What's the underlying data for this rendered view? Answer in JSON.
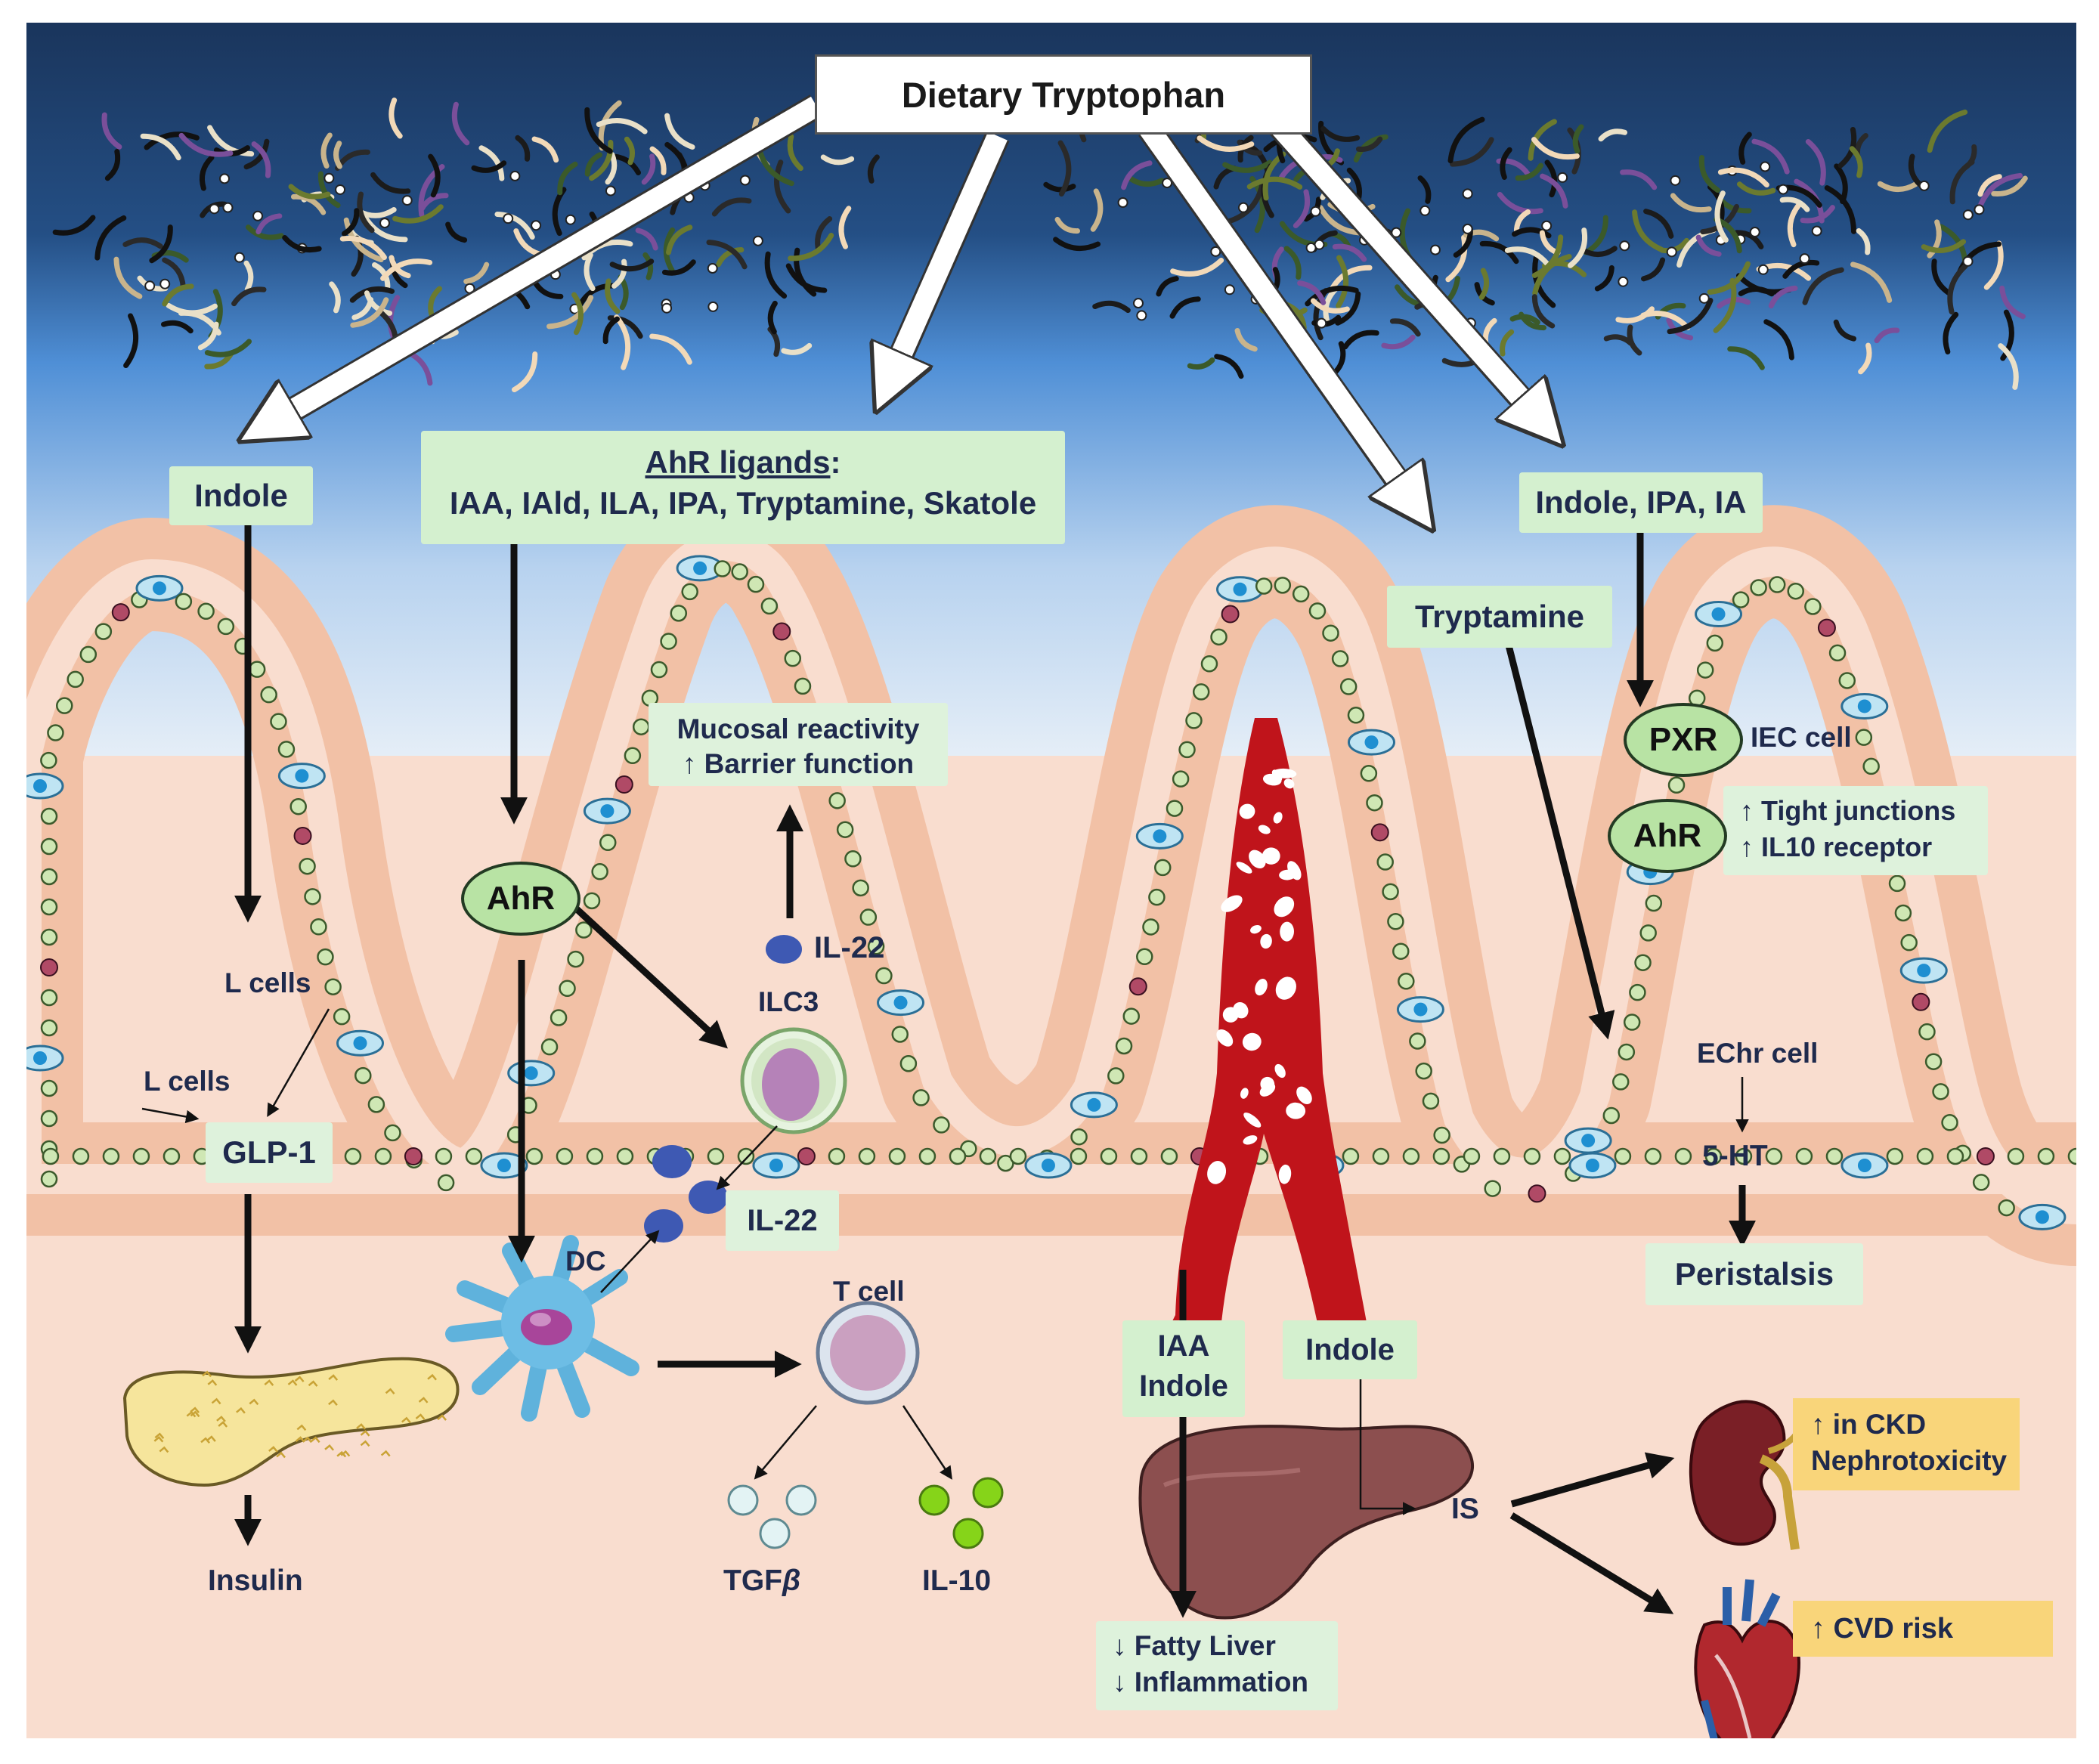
{
  "title": "Dietary Tryptophan",
  "colors": {
    "lumen_top": "#1c3a63",
    "lumen_mid": "#4f8fd6",
    "lumen_bottom": "#dce8f5",
    "tissue": "#f9ddcf",
    "cell_fill": "#f6c7ab",
    "cell_outline": "#5a3a2a",
    "goblet": "#bfe4f3",
    "green_label": "#d4f0cf",
    "orange_label": "#f9d57a",
    "vessel": "#c0141b",
    "text": "#1f2a4d"
  },
  "labels": {
    "indole_left": "Indole",
    "ahr_ligands_heading": "AhR ligands",
    "ahr_ligands_colon": ":",
    "ahr_ligands_list": "IAA, IAld, ILA, IPA, Tryptamine, Skatole",
    "tryptamine": "Tryptamine",
    "indole_ipa_ia": "Indole, IPA, IA",
    "mucosal_line1": "Mucosal reactivity",
    "mucosal_line2": "↑ Barrier function",
    "pxr": "PXR",
    "iec_cell": "IEC cell",
    "ahr_right": "AhR",
    "tight_line1": "↑ Tight junctions",
    "tight_line2": "↑ IL10 receptor",
    "ahr_left": "AhR",
    "il22_top": "IL-22",
    "ilc3": "ILC3",
    "l_cells_upper": "L cells",
    "l_cells_lower": "L cells",
    "glp1": "GLP-1",
    "il22_mid": "IL-22",
    "dc": "DC",
    "t_cell": "T cell",
    "insulin": "Insulin",
    "tgfb": "TGF",
    "tgfb_beta": "β",
    "il10": "IL-10",
    "echr_cell": "EChr cell",
    "five_ht": "5-HT",
    "peristalsis": "Peristalsis",
    "iaa_indole_line1": "IAA",
    "iaa_indole_line2": "Indole",
    "indole_vessel": "Indole",
    "is": "IS",
    "ckd_line1": "↑ in CKD",
    "ckd_line2": "Nephrotoxicity",
    "cvd": "↑ CVD risk",
    "fatty_line1": "↓ Fatty Liver",
    "fatty_line2": "↓ Inflammation"
  },
  "icons": [
    "microbiota-bacteria",
    "intestinal-villi",
    "blood-vessel",
    "pancreas-icon",
    "liver-icon",
    "kidney-icon",
    "heart-icon",
    "dendritic-cell-icon",
    "t-cell-icon",
    "ilc3-cell-icon"
  ]
}
